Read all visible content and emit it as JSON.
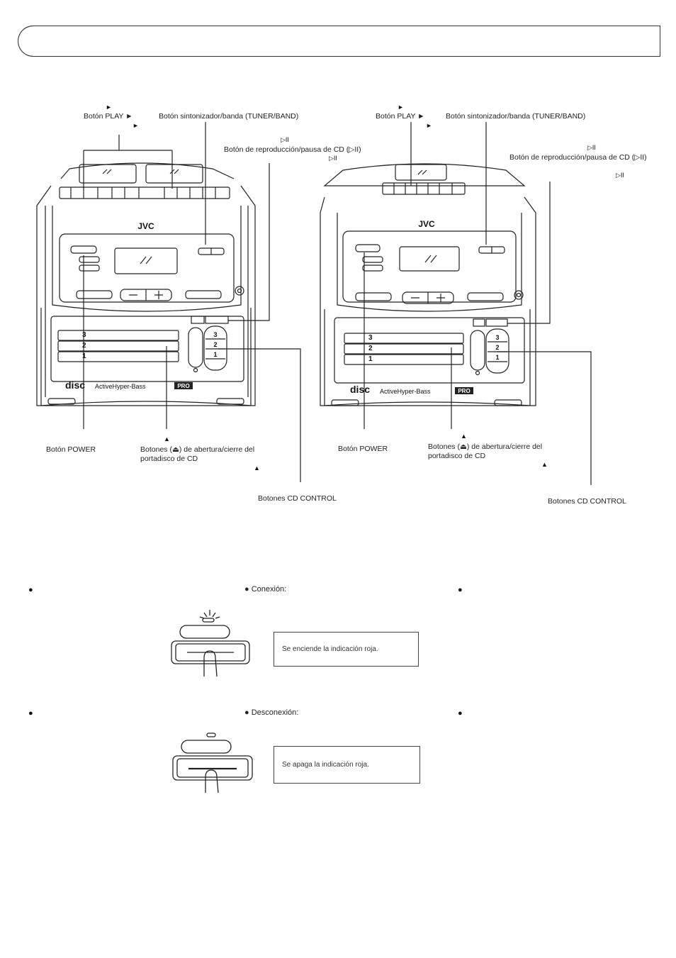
{
  "header": {
    "title": ""
  },
  "left_unit": {
    "play_label": "Botón PLAY ►",
    "tuner_label": "Botón sintonizador/banda (TUNER/BAND)",
    "cd_play_label": "Botón de reproducción/pausa de CD (▷II)",
    "power_label": "Botón POWER",
    "eject_label": "Botones (⏏) de abertura/cierre del portadisco de CD",
    "cd_control_label": "Botones CD CONTROL",
    "brand": "JVC",
    "model_text": "ActiveHyper-Bass",
    "model_badge": "PRO",
    "disc_logo": "disc"
  },
  "right_unit": {
    "play_label": "Botón PLAY ►",
    "tuner_label": "Botón sintonizador/banda (TUNER/BAND)",
    "cd_play_label": "Botón de reproducción/pausa de CD (▷II)",
    "power_label": "Botón POWER",
    "eject_label": "Botones (⏏) de abertura/cierre del portadisco de CD",
    "cd_control_label": "Botones CD CONTROL",
    "brand": "JVC",
    "model_text": "ActiveHyper-Bass",
    "model_badge": "PRO",
    "disc_logo": "disc"
  },
  "glyphs": {
    "play_tri": "►",
    "play_pause": "▷II",
    "eject": "▲",
    "bullet": "●"
  },
  "tray_numbers": [
    "3",
    "2",
    "1"
  ],
  "steps": {
    "on_title": "● Conexión:",
    "on_note": "Se enciende la indicación roja.",
    "off_title": "● Desconexión:",
    "off_note": "Se apaga la indicación roja."
  }
}
